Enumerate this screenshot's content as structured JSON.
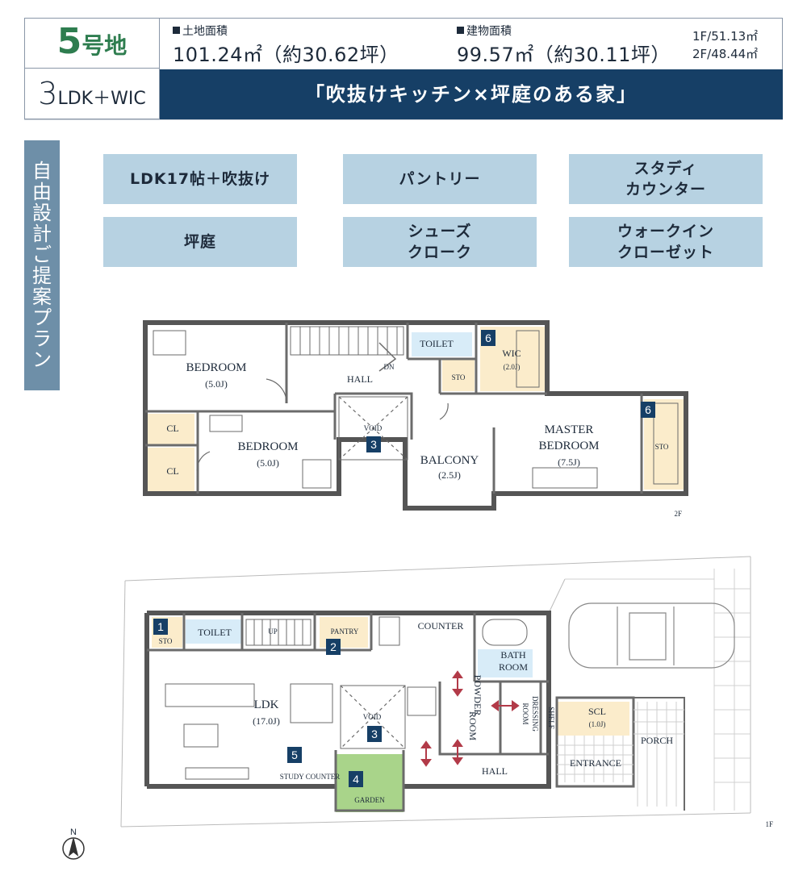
{
  "header": {
    "lot_number": "5",
    "lot_suffix": "号地",
    "plan_num": "3",
    "plan_type": "LDK＋WIC",
    "land_area_label": "土地面積",
    "land_area_value": "101.24㎡（約30.62坪）",
    "building_area_label": "建物面積",
    "building_area_value": "99.57㎡（約30.11坪）",
    "floor1_area": "1F/51.13㎡",
    "floor2_area": "2F/48.44㎡",
    "concept": "「吹抜けキッチン×坪庭のある家」"
  },
  "side_label": [
    "自",
    "由",
    "設",
    "計",
    "ご",
    "提",
    "案",
    "プ",
    "ラ",
    "ン"
  ],
  "features": [
    {
      "line1": "LDK17帖＋吹抜け",
      "line2": ""
    },
    {
      "line1": "パントリー",
      "line2": ""
    },
    {
      "line1": "スタディ",
      "line2": "カウンター"
    },
    {
      "line1": "坪庭",
      "line2": ""
    },
    {
      "line1": "シューズ",
      "line2": "クローク"
    },
    {
      "line1": "ウォークイン",
      "line2": "クローゼット"
    }
  ],
  "colors": {
    "banner": "#163f66",
    "feature_bg": "#b7d2e2",
    "side_label_bg": "#6e8fa8",
    "lot_green": "#2e7d4f",
    "storage_fill": "#fbeccb",
    "wet_fill": "#d8ecf8",
    "garden_fill": "#a9d48a"
  },
  "plan_2f": {
    "floor_label": "2F",
    "rooms": {
      "bedroom1": "BEDROOM",
      "bedroom1_size": "(5.0J)",
      "bedroom2": "BEDROOM",
      "bedroom2_size": "(5.0J)",
      "cl1": "CL",
      "cl2": "CL",
      "hall": "HALL",
      "dn": "DN",
      "toilet": "TOILET",
      "sto": "STO",
      "wic": "WIC",
      "wic_size": "(2.0J)",
      "void": "VOID",
      "balcony": "BALCONY",
      "balcony_size": "(2.5J)",
      "master1": "MASTER",
      "master2": "BEDROOM",
      "master_size": "(7.5J)",
      "sto2": "STO"
    },
    "tags": {
      "wic": "6",
      "void": "3",
      "sto": "6"
    }
  },
  "plan_1f": {
    "floor_label": "1F",
    "north": "N",
    "rooms": {
      "sto": "STO",
      "toilet": "TOILET",
      "up": "UP",
      "pantry": "PANTRY",
      "counter": "COUNTER",
      "bath1": "BATH",
      "bath2": "ROOM",
      "ldk": "LDK",
      "ldk_size": "(17.0J)",
      "void": "VOID",
      "powder1": "POWDER",
      "powder2": "ROOM",
      "dressing1": "DRESSING",
      "dressing2": "ROOM",
      "shelf": "SHELF",
      "scl": "SCL",
      "scl_size": "(1.0J)",
      "porch": "PORCH",
      "entrance": "ENTRANCE",
      "hall": "HALL",
      "study": "STUDY COUNTER",
      "garden": "GARDEN"
    },
    "tags": {
      "sto": "1",
      "pantry": "2",
      "void": "3",
      "garden": "4",
      "study": "5"
    }
  }
}
